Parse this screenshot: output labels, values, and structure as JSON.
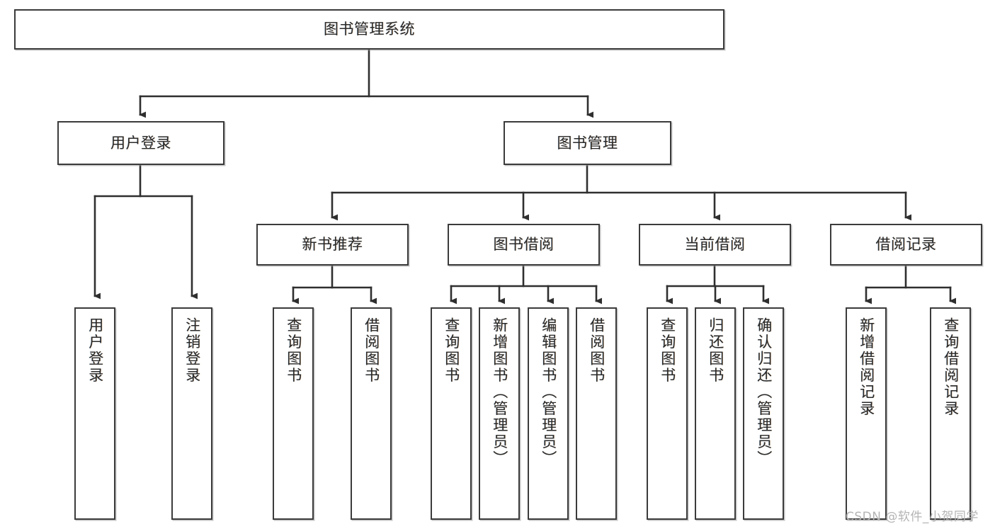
{
  "diagram": {
    "type": "tree-hierarchy-chart",
    "title": "图书管理系统",
    "colors": {
      "border": "#3b3b3b",
      "fill": "#ffffff",
      "text": "#2a2a2a",
      "connector": "#2f2f2f",
      "watermark": "#b4b4b4"
    },
    "nodes": {
      "root": {
        "label": "图书管理系统"
      },
      "level2": [
        {
          "id": "user-login",
          "label": "用户登录"
        },
        {
          "id": "book-management",
          "label": "图书管理"
        }
      ],
      "level3": [
        {
          "id": "new-book-recommend",
          "label": "新书推荐"
        },
        {
          "id": "book-borrow",
          "label": "图书借阅"
        },
        {
          "id": "current-borrow",
          "label": "当前借阅"
        },
        {
          "id": "borrow-record",
          "label": "借阅记录"
        }
      ],
      "leaves": {
        "user-login": [
          {
            "id": "leaf-user-login",
            "label": "用户登录"
          },
          {
            "id": "leaf-logout",
            "label": "注销登录"
          }
        ],
        "new-book-recommend": [
          {
            "id": "leaf-query-book-1",
            "label": "查询图书"
          },
          {
            "id": "leaf-borrow-book-1",
            "label": "借阅图书"
          }
        ],
        "book-borrow": [
          {
            "id": "leaf-query-book-2",
            "label": "查询图书"
          },
          {
            "id": "leaf-add-book",
            "label": "新增图书（管理员）"
          },
          {
            "id": "leaf-edit-book",
            "label": "编辑图书（管理员）"
          },
          {
            "id": "leaf-borrow-book-2",
            "label": "借阅图书"
          }
        ],
        "current-borrow": [
          {
            "id": "leaf-query-book-3",
            "label": "查询图书"
          },
          {
            "id": "leaf-return-book",
            "label": "归还图书"
          },
          {
            "id": "leaf-confirm-return",
            "label": "确认归还（管理员）"
          }
        ],
        "borrow-record": [
          {
            "id": "leaf-add-record",
            "label": "新增借阅记录"
          },
          {
            "id": "leaf-query-record",
            "label": "查询借阅记录"
          }
        ]
      }
    }
  },
  "watermark": {
    "text": "CSDN @软件_小贺同学"
  }
}
